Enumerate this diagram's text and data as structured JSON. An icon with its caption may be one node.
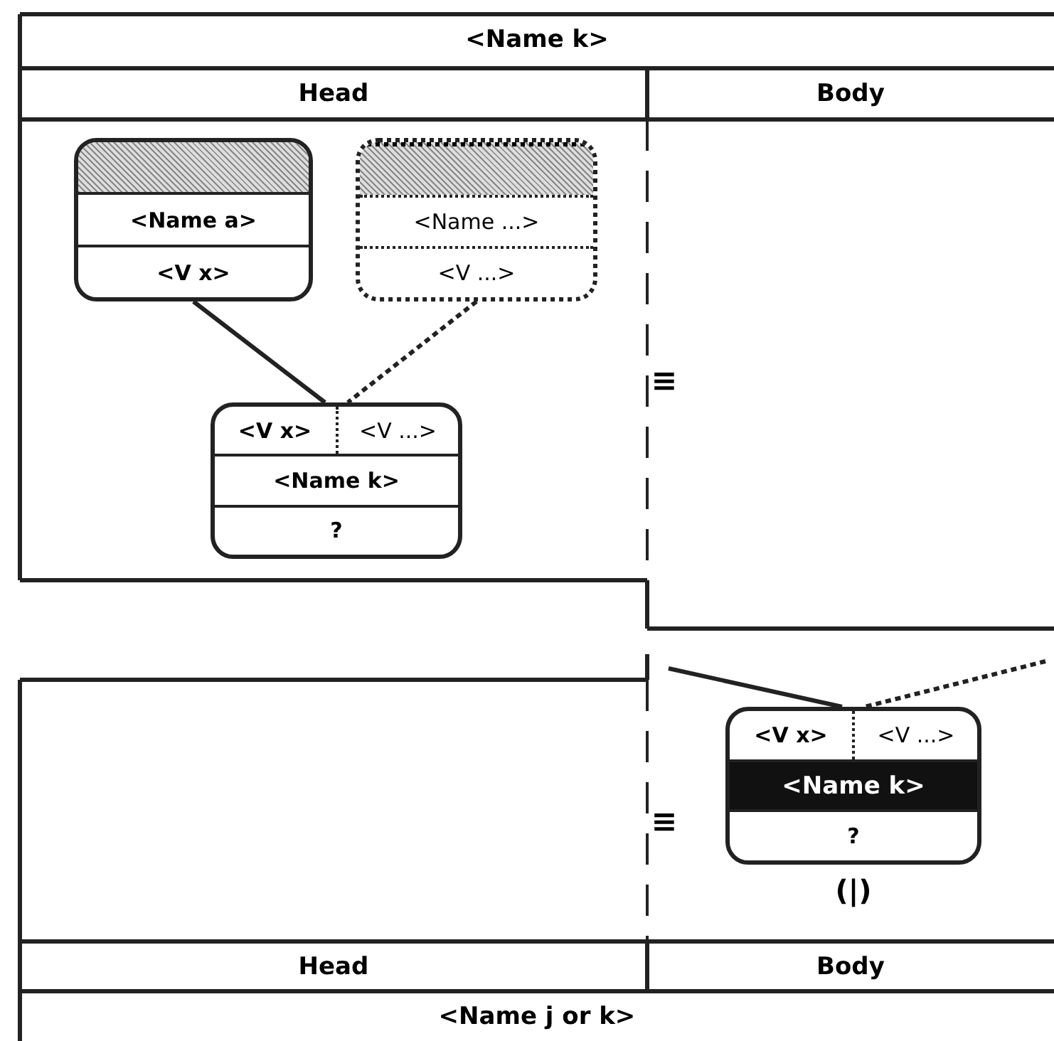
{
  "diagram": {
    "nodes": [
      {
        "text": [
          "<Name a>",
          "<V x>"
        ]
      },
      {
        "text": [
          "<Name ...>",
          "<V ...>"
        ]
      },
      {
        "text": [
          "<V x>",
          "<V ...>",
          "<Name k>",
          "?"
        ]
      },
      {
        "text": [
          "<V x>",
          "<V ...>",
          "<Name k>",
          "?"
        ],
        "beside": [
          "(|)"
        ]
      }
    ],
    "edges": [
      {
        "from": 0,
        "to": 2,
        "arrow": "none"
      },
      {
        "from": 1,
        "to": 2,
        "arrow": "none",
        "style": "dashed"
      },
      {
        "from": null,
        "to": 3,
        "arrow": "none"
      },
      {
        "from": null,
        "to": 3,
        "arrow": "none",
        "style": "dashed"
      }
    ],
    "labels": [
      "<Name k>",
      "Head",
      "Body",
      "≡",
      "≡",
      "Head",
      "Body",
      "<Name j or k>"
    ]
  }
}
